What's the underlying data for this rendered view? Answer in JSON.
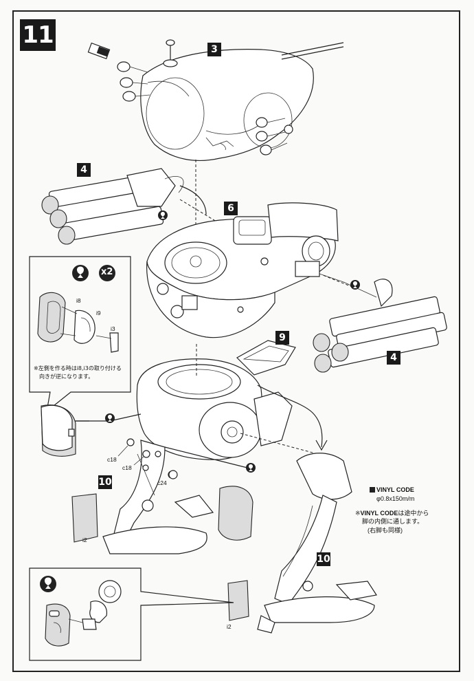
{
  "step": {
    "number": "11"
  },
  "refs": {
    "r3": "3",
    "r4_left": "4",
    "r6": "6",
    "r4_right": "4",
    "r9": "9",
    "r10_left": "10",
    "r10_right": "10"
  },
  "inset_top": {
    "count": "x2",
    "parts": {
      "i8": "i8",
      "i9": "i9",
      "i3": "i3"
    },
    "note_line1": "※左側を作る時はi8,i3の取り付ける",
    "note_line2": "向きが逆になります。"
  },
  "parts": {
    "c18_a": "c18",
    "c18_b": "c18",
    "c24": "c24",
    "i2_left": "i2",
    "i2_right": "i2"
  },
  "vinyl": {
    "title": "VINYL CODE",
    "spec": "φ0.8x150m/m",
    "note_bold": "VINYL CODE",
    "note_line1_rest": "は途中から",
    "note_line2": "脚の内側に通します。",
    "note_line3": "(右脚も同様)"
  },
  "icons": [
    "glue-icon",
    "glue-icon",
    "glue-icon",
    "glue-icon",
    "glue-icon"
  ]
}
